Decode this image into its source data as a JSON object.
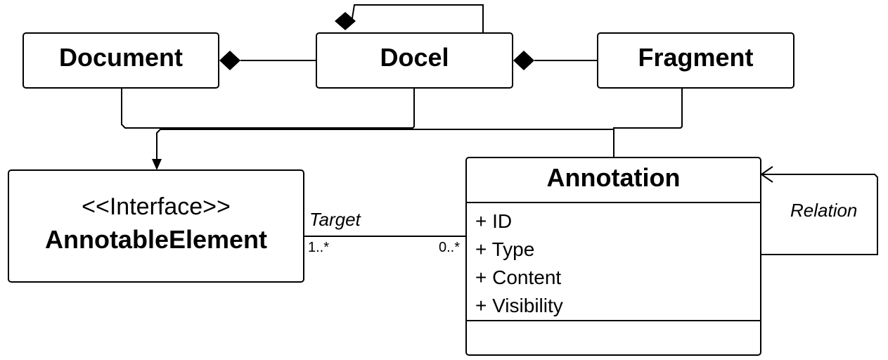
{
  "classes": {
    "document": {
      "name": "Document"
    },
    "docel": {
      "name": "Docel"
    },
    "fragment": {
      "name": "Fragment"
    },
    "annotable_element": {
      "stereotype": "<<Interface>>",
      "name": "AnnotableElement"
    },
    "annotation": {
      "name": "Annotation",
      "attributes": [
        "+ ID",
        "+ Type",
        "+ Content",
        "+ Visibility"
      ]
    }
  },
  "associations": {
    "target": {
      "role": "Target",
      "source_multiplicity": "1..*",
      "target_multiplicity": "0..*"
    },
    "relation": {
      "role": "Relation"
    }
  }
}
